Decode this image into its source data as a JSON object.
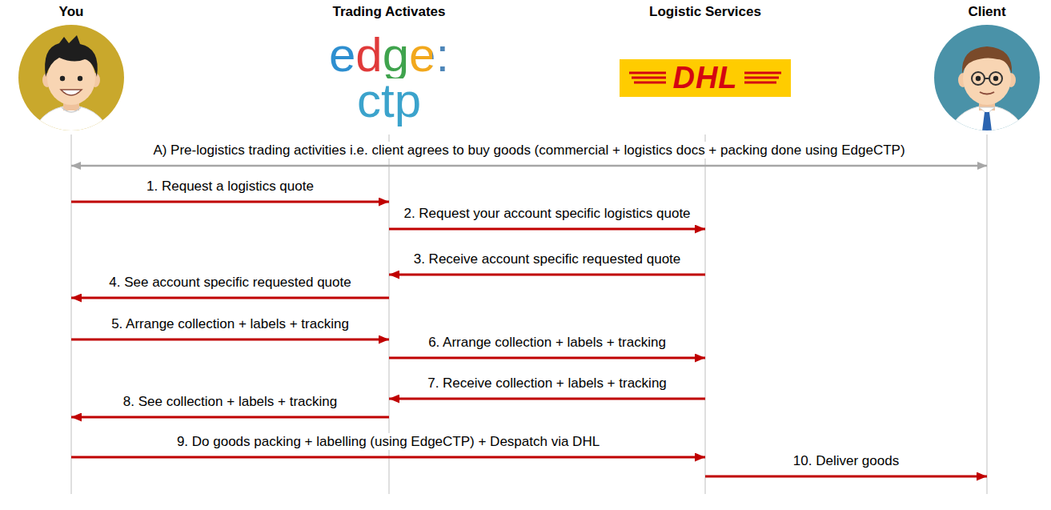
{
  "diagram": {
    "nodes": [
      {
        "text": [
          "You"
        ]
      },
      {
        "text": [
          "Trading Activates",
          "edge:",
          "ctp"
        ]
      },
      {
        "text": [
          "Logistic Services",
          "DHL"
        ]
      },
      {
        "text": [
          "Client"
        ]
      }
    ],
    "edges": [
      {
        "from": 0,
        "to": 3,
        "arrow": "both",
        "label": "A) Pre-logistics trading activities i.e. client agrees to buy goods (commercial + logistics docs + packing done using EdgeCTP)"
      },
      {
        "from": 0,
        "to": 1,
        "arrow": "to",
        "label": "1. Request a logistics quote"
      },
      {
        "from": 1,
        "to": 2,
        "arrow": "to",
        "label": "2. Request your account specific logistics quote"
      },
      {
        "from": 2,
        "to": 1,
        "arrow": "to",
        "label": "3. Receive account specific requested quote"
      },
      {
        "from": 1,
        "to": 0,
        "arrow": "to",
        "label": "4. See account specific requested quote"
      },
      {
        "from": 0,
        "to": 1,
        "arrow": "to",
        "label": "5. Arrange collection + labels + tracking"
      },
      {
        "from": 1,
        "to": 2,
        "arrow": "to",
        "label": "6. Arrange collection + labels + tracking"
      },
      {
        "from": 2,
        "to": 1,
        "arrow": "to",
        "label": "7. Receive collection + labels + tracking"
      },
      {
        "from": 1,
        "to": 0,
        "arrow": "to",
        "label": "8. See collection + labels + tracking"
      },
      {
        "from": 0,
        "to": 2,
        "arrow": "to",
        "label": "9. Do goods packing + labelling (using EdgeCTP) + Despatch via DHL"
      },
      {
        "from": 2,
        "to": 3,
        "arrow": "to",
        "label": "10. Deliver goods"
      }
    ]
  }
}
